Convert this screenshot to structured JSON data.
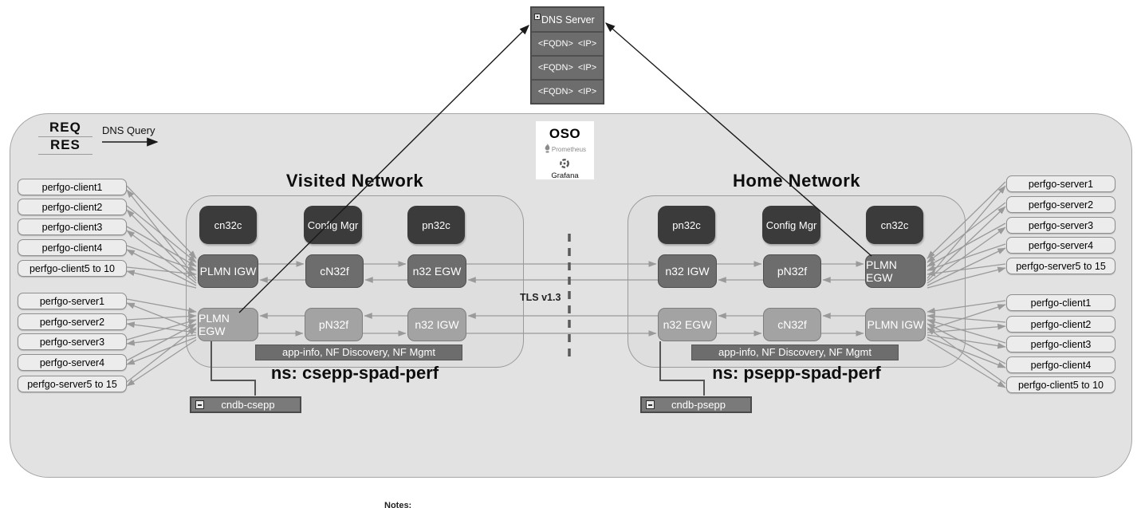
{
  "dns_server": {
    "title": "DNS Server",
    "entries": [
      {
        "fqdn": "<FQDN>",
        "ip": "<IP>"
      },
      {
        "fqdn": "<FQDN>",
        "ip": "<IP>"
      },
      {
        "fqdn": "<FQDN>",
        "ip": "<IP>"
      }
    ]
  },
  "legend": {
    "req": "REQ",
    "res": "RES",
    "dns_query": "DNS Query"
  },
  "oso": {
    "title": "OSO",
    "prometheus": "Prometheus",
    "grafana": "Grafana"
  },
  "tls_label": "TLS v1.3",
  "notes_label": "Notes:",
  "visited_network": {
    "title": "Visited Network",
    "nodes": {
      "top": [
        "cn32c",
        "Config Mgr",
        "pn32c"
      ],
      "middle": [
        "PLMN IGW",
        "cN32f",
        "n32 EGW"
      ],
      "bottom": [
        "PLMN EGW",
        "pN32f",
        "n32 IGW"
      ]
    },
    "service_bar": "app-info, NF Discovery, NF Mgmt",
    "namespace": "ns: csepp-spad-perf",
    "database": "cndb-csepp"
  },
  "home_network": {
    "title": "Home Network",
    "nodes": {
      "top": [
        "pn32c",
        "Config Mgr",
        "cn32c"
      ],
      "middle": [
        "n32 IGW",
        "pN32f",
        "PLMN EGW"
      ],
      "bottom": [
        "n32 EGW",
        "cN32f",
        "PLMN IGW"
      ]
    },
    "service_bar": "app-info, NF Discovery, NF Mgmt",
    "namespace": "ns: psepp-spad-perf",
    "database": "cndb-psepp"
  },
  "endpoints": {
    "left_top": [
      "perfgo-client1",
      "perfgo-client2",
      "perfgo-client3",
      "perfgo-client4",
      "perfgo-client5 to 10"
    ],
    "left_bottom": [
      "perfgo-server1",
      "perfgo-server2",
      "perfgo-server3",
      "perfgo-server4",
      "perfgo-server5 to 15"
    ],
    "right_top": [
      "perfgo-server1",
      "perfgo-server2",
      "perfgo-server3",
      "perfgo-server4",
      "perfgo-server5 to 15"
    ],
    "right_bottom": [
      "perfgo-client1",
      "perfgo-client2",
      "perfgo-client3",
      "perfgo-client4",
      "perfgo-client5 to 10"
    ]
  },
  "colors": {
    "node_dark": "#3b3b3b",
    "node_mid": "#6d6d6d",
    "node_light": "#a3a3a3",
    "container": "#e2e2e2",
    "connector_gray": "#9a9a9a",
    "line_black": "#1a1a1a"
  }
}
